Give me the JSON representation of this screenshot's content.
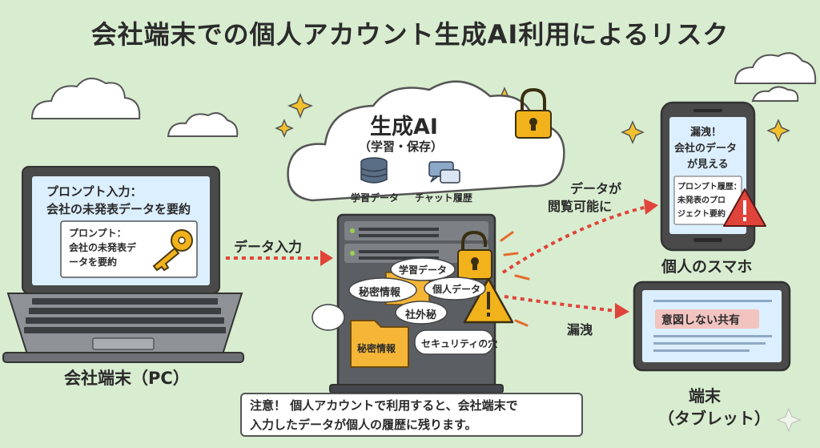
{
  "title": "会社端末での個人アカウント生成AI利用によるリスク",
  "pc": {
    "screen_heading_1": "プロンプト入力：",
    "screen_heading_2": "会社の未発表データを要約",
    "inner_line_1": "プロンプト：",
    "inner_line_2": "会社の未発表デ",
    "inner_line_3": "ータを要約",
    "caption": "会社端末（PC）"
  },
  "arrow_left_label": "データ入力",
  "cloud": {
    "title": "生成AI",
    "subtitle": "（学習・保存）",
    "db_label": "学習データ",
    "chat_label": "チャット履歴"
  },
  "server": {
    "bubble_learning": "学習データ",
    "bubble_secret": "秘密情報",
    "bubble_personal": "個人データ",
    "bubble_external": "社外秘",
    "folder_label": "秘密情報",
    "security_hole": "セキュリティの穴"
  },
  "arrow_right_top_label_1": "データが",
  "arrow_right_top_label_2": "閲覧可能に",
  "arrow_right_bottom_label": "漏洩",
  "phone": {
    "line_1": "漏洩！",
    "line_2": "会社のデータ",
    "line_3": "が見える",
    "box_line_1": "プロンプト履歴：",
    "box_line_2": "未発表のプロ",
    "box_line_3": "ジェクト要約",
    "caption": "個人のスマホ"
  },
  "tablet": {
    "highlight": "意図しない共有",
    "caption_1": "端末",
    "caption_2": "（タブレット）"
  },
  "note": {
    "line_1": "注意！ 個人アカウントで利用すると、会社端末で",
    "line_2": "入力したデータが個人の履歴に残ります。"
  },
  "colors": {
    "background": "#d8ecd0",
    "arrow": "#e0433a",
    "warning": "#f2b21b",
    "screen": "#dcefff",
    "device": "#4a4a4a"
  }
}
